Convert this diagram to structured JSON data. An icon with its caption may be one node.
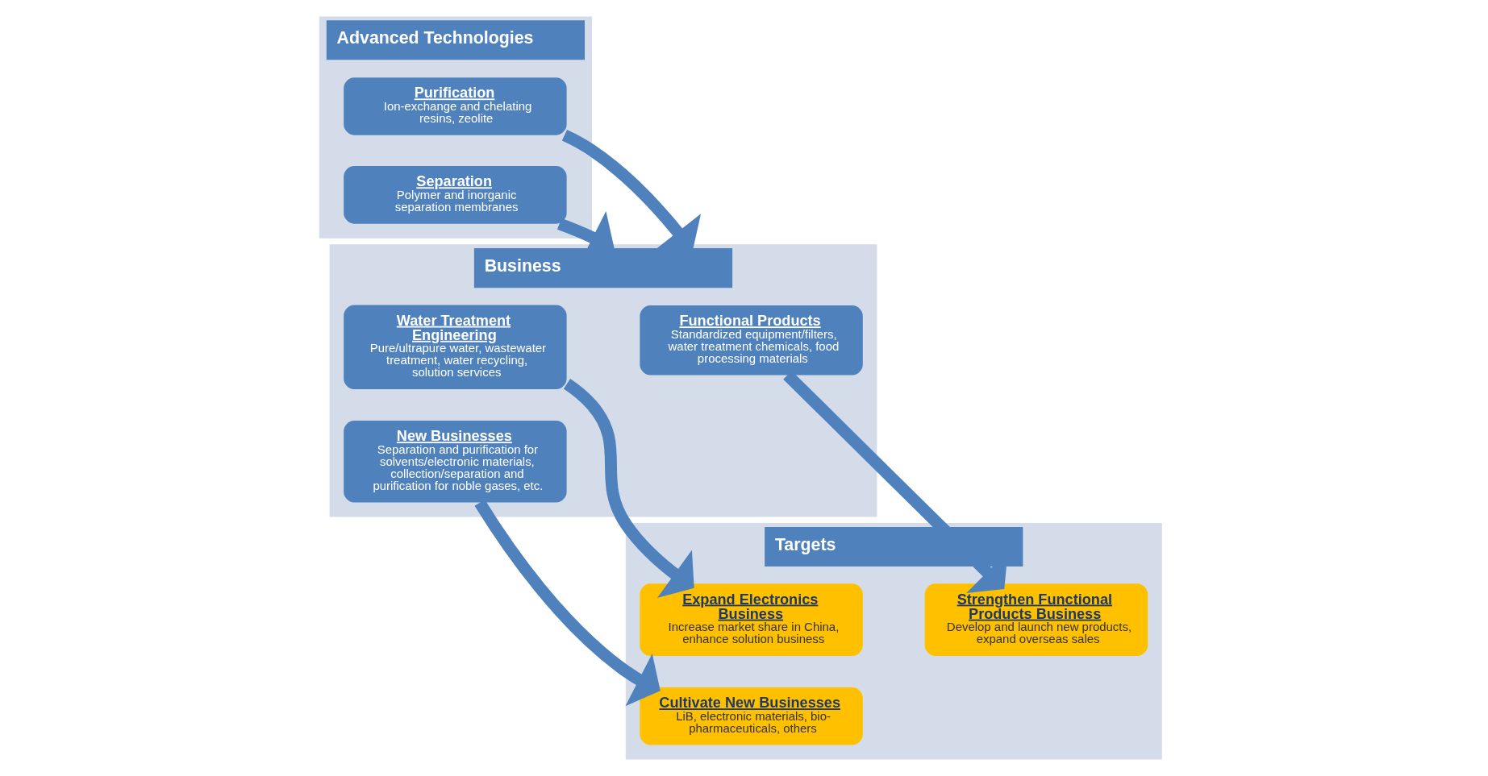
{
  "diagram": {
    "nodes": [
      {
        "text": [
          "Advanced Technologies"
        ]
      },
      {
        "text": [
          "Purification",
          "Ion-exchange and chelating resins, zeolite"
        ],
        "in": 0
      },
      {
        "text": [
          "Separation",
          "Polymer and inorganic separation membranes"
        ],
        "in": 0
      },
      {
        "text": [
          "Business"
        ]
      },
      {
        "text": [
          "Water Treatment Engineering",
          "Pure/ultrapure water, wastewater treatment, water recycling, solution services"
        ],
        "in": 3
      },
      {
        "text": [
          "Functional Products",
          "Standardized equipment/filters, water treatment chemicals, food processing materials"
        ],
        "in": 3
      },
      {
        "text": [
          "New Businesses",
          "Separation and purification for solvents/electronic materials, collection/separation and purification for noble gases, etc."
        ],
        "in": 3
      },
      {
        "text": [
          "Targets"
        ]
      },
      {
        "text": [
          "Expand Electronics Business",
          "Increase market share in China, enhance solution business"
        ],
        "in": 7
      },
      {
        "text": [
          "Strengthen Functional Products Business",
          "Develop and launch new products, expand overseas sales"
        ],
        "in": 7
      },
      {
        "text": [
          "Cultivate New Businesses",
          "LiB, electronic materials, bio-pharmaceuticals, others"
        ],
        "in": 7
      }
    ],
    "edges": [
      {
        "from": 1,
        "to": 3,
        "arrow": "to"
      },
      {
        "from": 2,
        "to": 3,
        "arrow": "to"
      },
      {
        "from": 4,
        "to": 8,
        "arrow": "to"
      },
      {
        "from": 5,
        "to": 9,
        "arrow": "to"
      },
      {
        "from": 6,
        "to": 10,
        "arrow": "to"
      }
    ]
  }
}
